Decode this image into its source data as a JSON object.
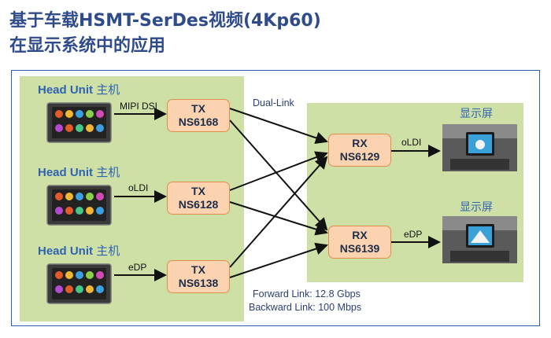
{
  "title": {
    "line1": "基于车载HSMT-SerDes视频(4Kp60)",
    "line2": "在显示系统中的应用"
  },
  "head_units": [
    {
      "label": "Head Unit",
      "label_cn": "主机",
      "interface": "MIPI DSI",
      "tx_name": "TX",
      "tx_model": "NS6168"
    },
    {
      "label": "Head Unit",
      "label_cn": "主机",
      "interface": "oLDI",
      "tx_name": "TX",
      "tx_model": "NS6128"
    },
    {
      "label": "Head Unit",
      "label_cn": "主机",
      "interface": "eDP",
      "tx_name": "TX",
      "tx_model": "NS6138"
    }
  ],
  "receivers": [
    {
      "rx_name": "RX",
      "rx_model": "NS6129",
      "interface": "oLDI",
      "display_label": "显示屏"
    },
    {
      "rx_name": "RX",
      "rx_model": "NS6139",
      "interface": "eDP",
      "display_label": "显示屏"
    }
  ],
  "link": {
    "dual_link_label": "Dual-Link",
    "forward": "Forward Link: 12.8 Gbps",
    "backward": "Backward Link: 100 Mbps"
  },
  "colors": {
    "title": "#2f4b8a",
    "panel_fill": "#cfe0a6",
    "node_fill": "#fbd3b0",
    "node_border": "#e0904c",
    "accent_blue": "#2f63b2"
  }
}
